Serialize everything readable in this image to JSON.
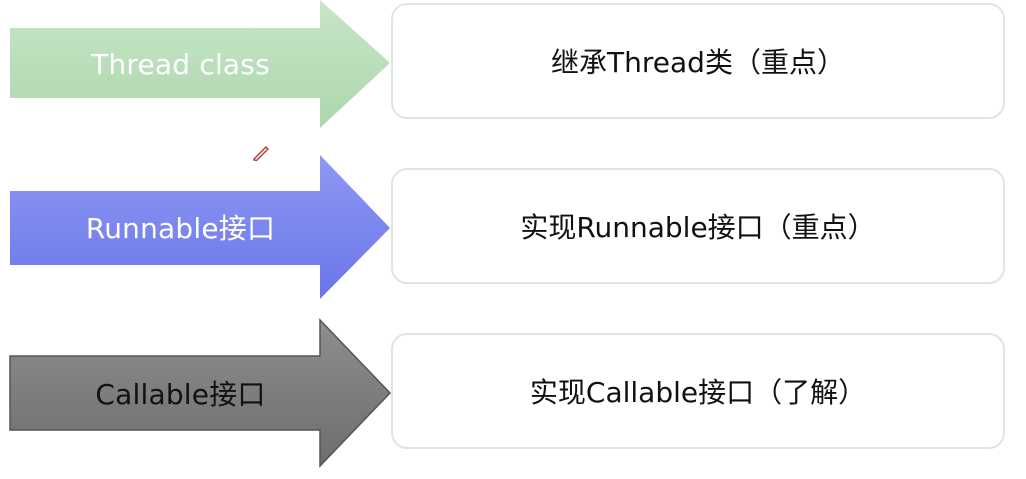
{
  "colors": {
    "thread_arrow": "#b8dcb8",
    "runnable_arrow": "#7a86ef",
    "callable_arrow": "#7a7a7a",
    "box_border": "#dde7dd"
  },
  "rows": [
    {
      "arrow_label": "Thread  class",
      "box_text": "继承Thread类（重点）"
    },
    {
      "arrow_label": "Runnable接口",
      "box_text": "实现Runnable接口（重点）"
    },
    {
      "arrow_label": "Callable接口",
      "box_text": "实现Callable接口（了解）"
    }
  ],
  "icons": {
    "cursor": "pen-cursor-icon"
  }
}
